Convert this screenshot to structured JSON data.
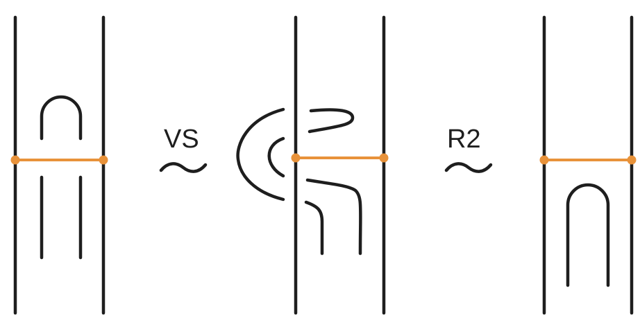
{
  "colors": {
    "accent": "#e8923a",
    "ink": "#1e1e1e"
  },
  "moves": [
    {
      "label": "VS"
    },
    {
      "label": "R2"
    }
  ],
  "panels": [
    {
      "id": "left-configuration"
    },
    {
      "id": "middle-configuration"
    },
    {
      "id": "right-configuration"
    }
  ]
}
